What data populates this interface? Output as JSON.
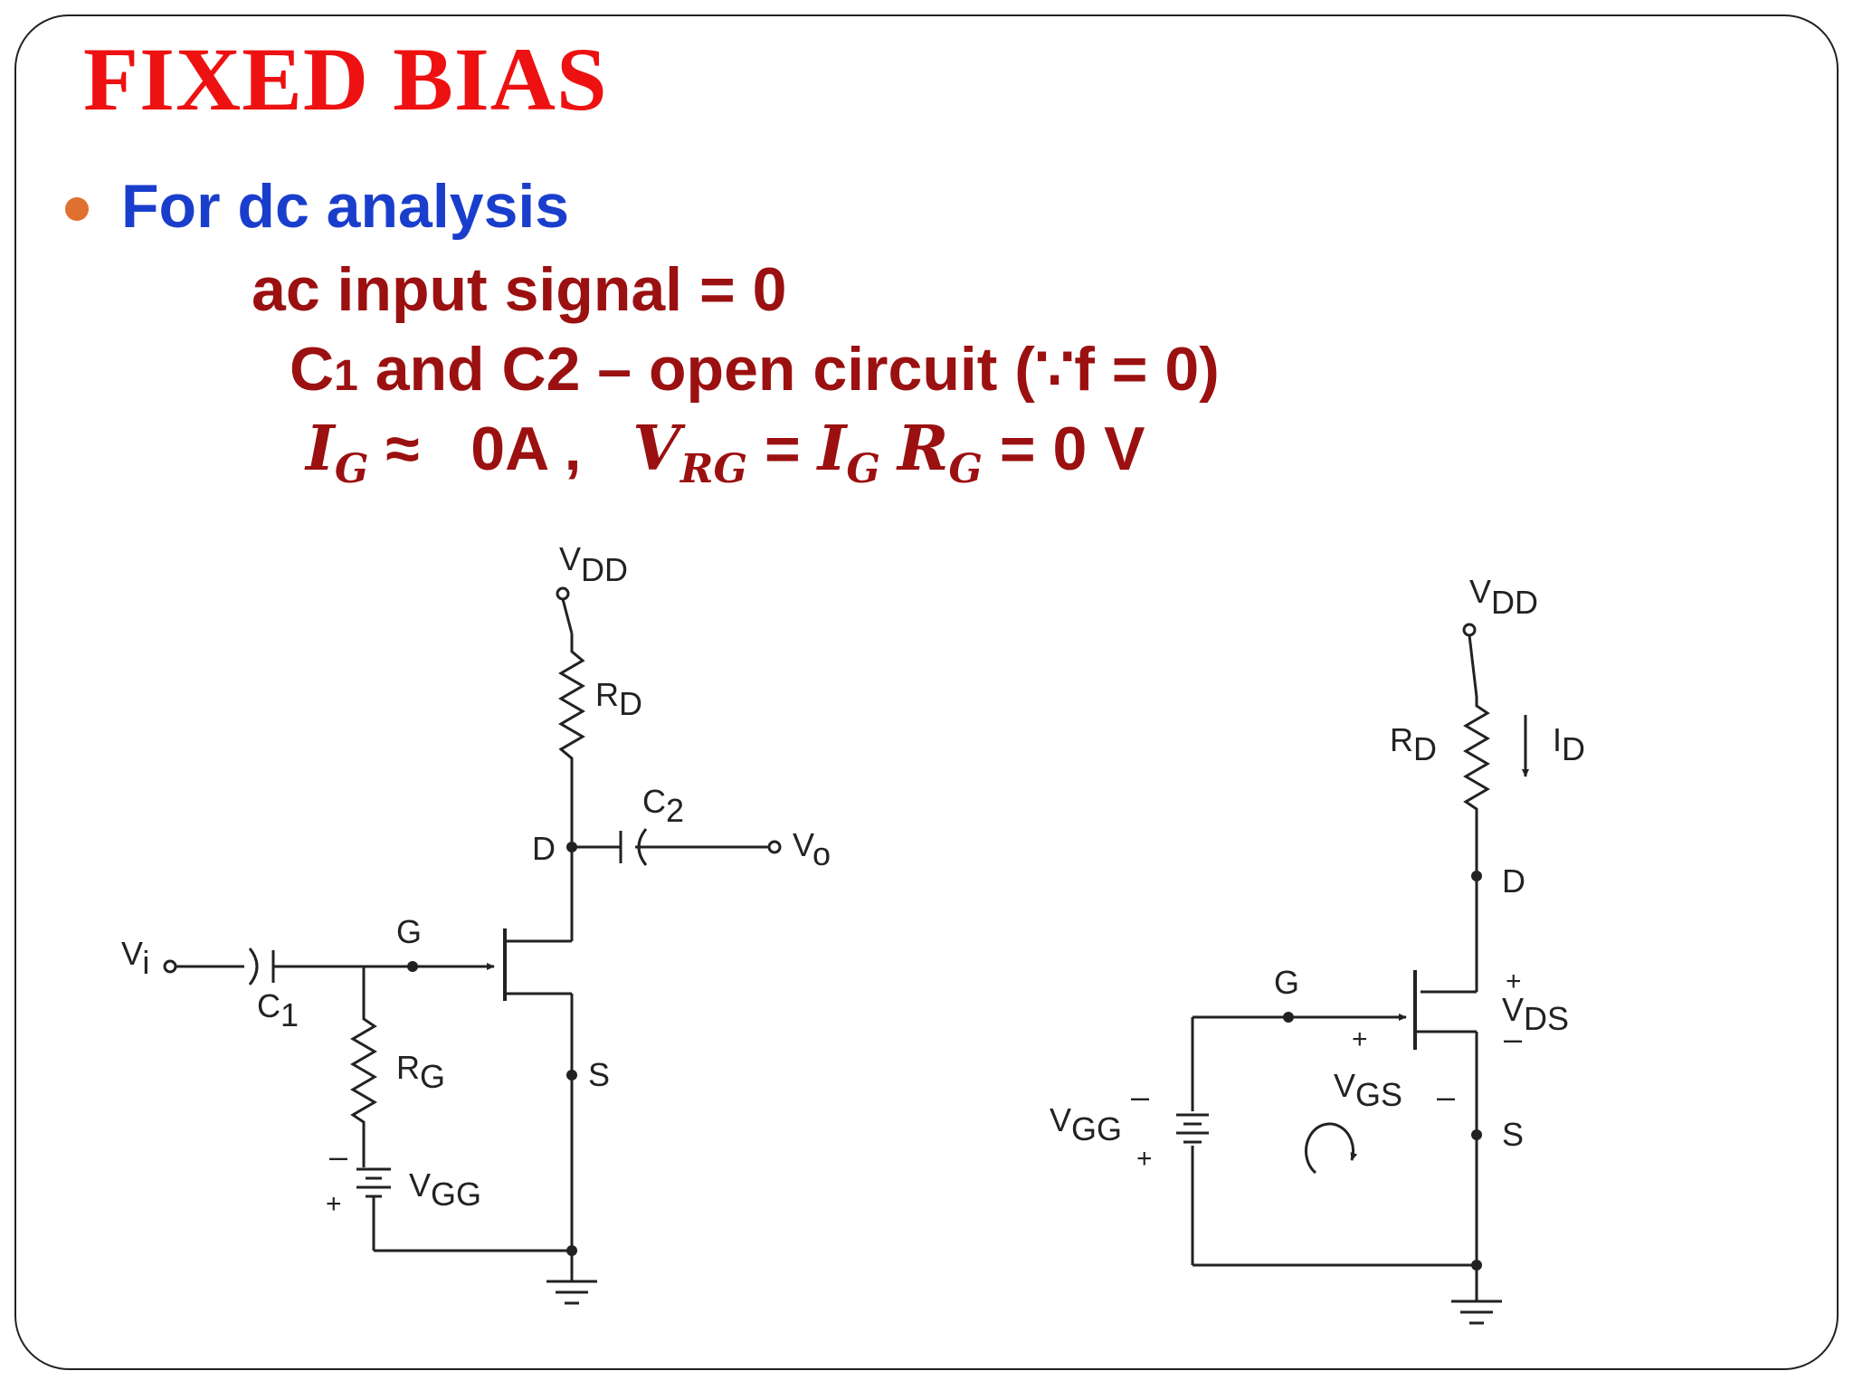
{
  "slide": {
    "title": "FIXED BIAS",
    "bullet": "For dc analysis",
    "line1": "ac input signal = 0",
    "line2": {
      "c1_letter": "C",
      "c1_digit": "1",
      "rest": " and C2 – open circuit (∵f = 0)"
    },
    "line3": {
      "ig_var": "I",
      "ig_sub": "G",
      "approx": " ≈   0A ,   ",
      "vrg_var": "V",
      "vrg_sub": "RG",
      "eq1": " = ",
      "ig2_var": "I",
      "ig2_sub": "G",
      "sp": " ",
      "rg_var": "R",
      "rg_sub": "G",
      "eq2": " = 0 V"
    }
  },
  "circuit_left": {
    "vdd": {
      "main": "V",
      "sub": "DD"
    },
    "rd": {
      "main": "R",
      "sub": "D"
    },
    "c2": {
      "main": "C",
      "sub": "2"
    },
    "d": "D",
    "vo": {
      "main": "V",
      "sub": "o"
    },
    "g": "G",
    "vi": {
      "main": "V",
      "sub": "i"
    },
    "c1": {
      "main": "C",
      "sub": "1"
    },
    "rg": {
      "main": "R",
      "sub": "G"
    },
    "s": "S",
    "vgg": {
      "main": "V",
      "sub": "GG"
    },
    "minus": "–",
    "plus": "+"
  },
  "circuit_right": {
    "vdd": {
      "main": "V",
      "sub": "DD"
    },
    "rd": {
      "main": "R",
      "sub": "D"
    },
    "id": {
      "main": "I",
      "sub": "D"
    },
    "d": "D",
    "g": "G",
    "vds": {
      "main": "V",
      "sub": "DS",
      "plus": "+",
      "minus": "–"
    },
    "vgs": {
      "main": "V",
      "sub": "GS",
      "plus": "+",
      "minus": "–"
    },
    "s": "S",
    "vgg": {
      "main": "V",
      "sub": "GG",
      "minus": "–",
      "plus": "+"
    }
  },
  "colors": {
    "title": "#ee1111",
    "bullet_text": "#1a3ecc",
    "body_text": "#9b1010",
    "bullet_dot": "#e07030",
    "wire": "#222222"
  }
}
